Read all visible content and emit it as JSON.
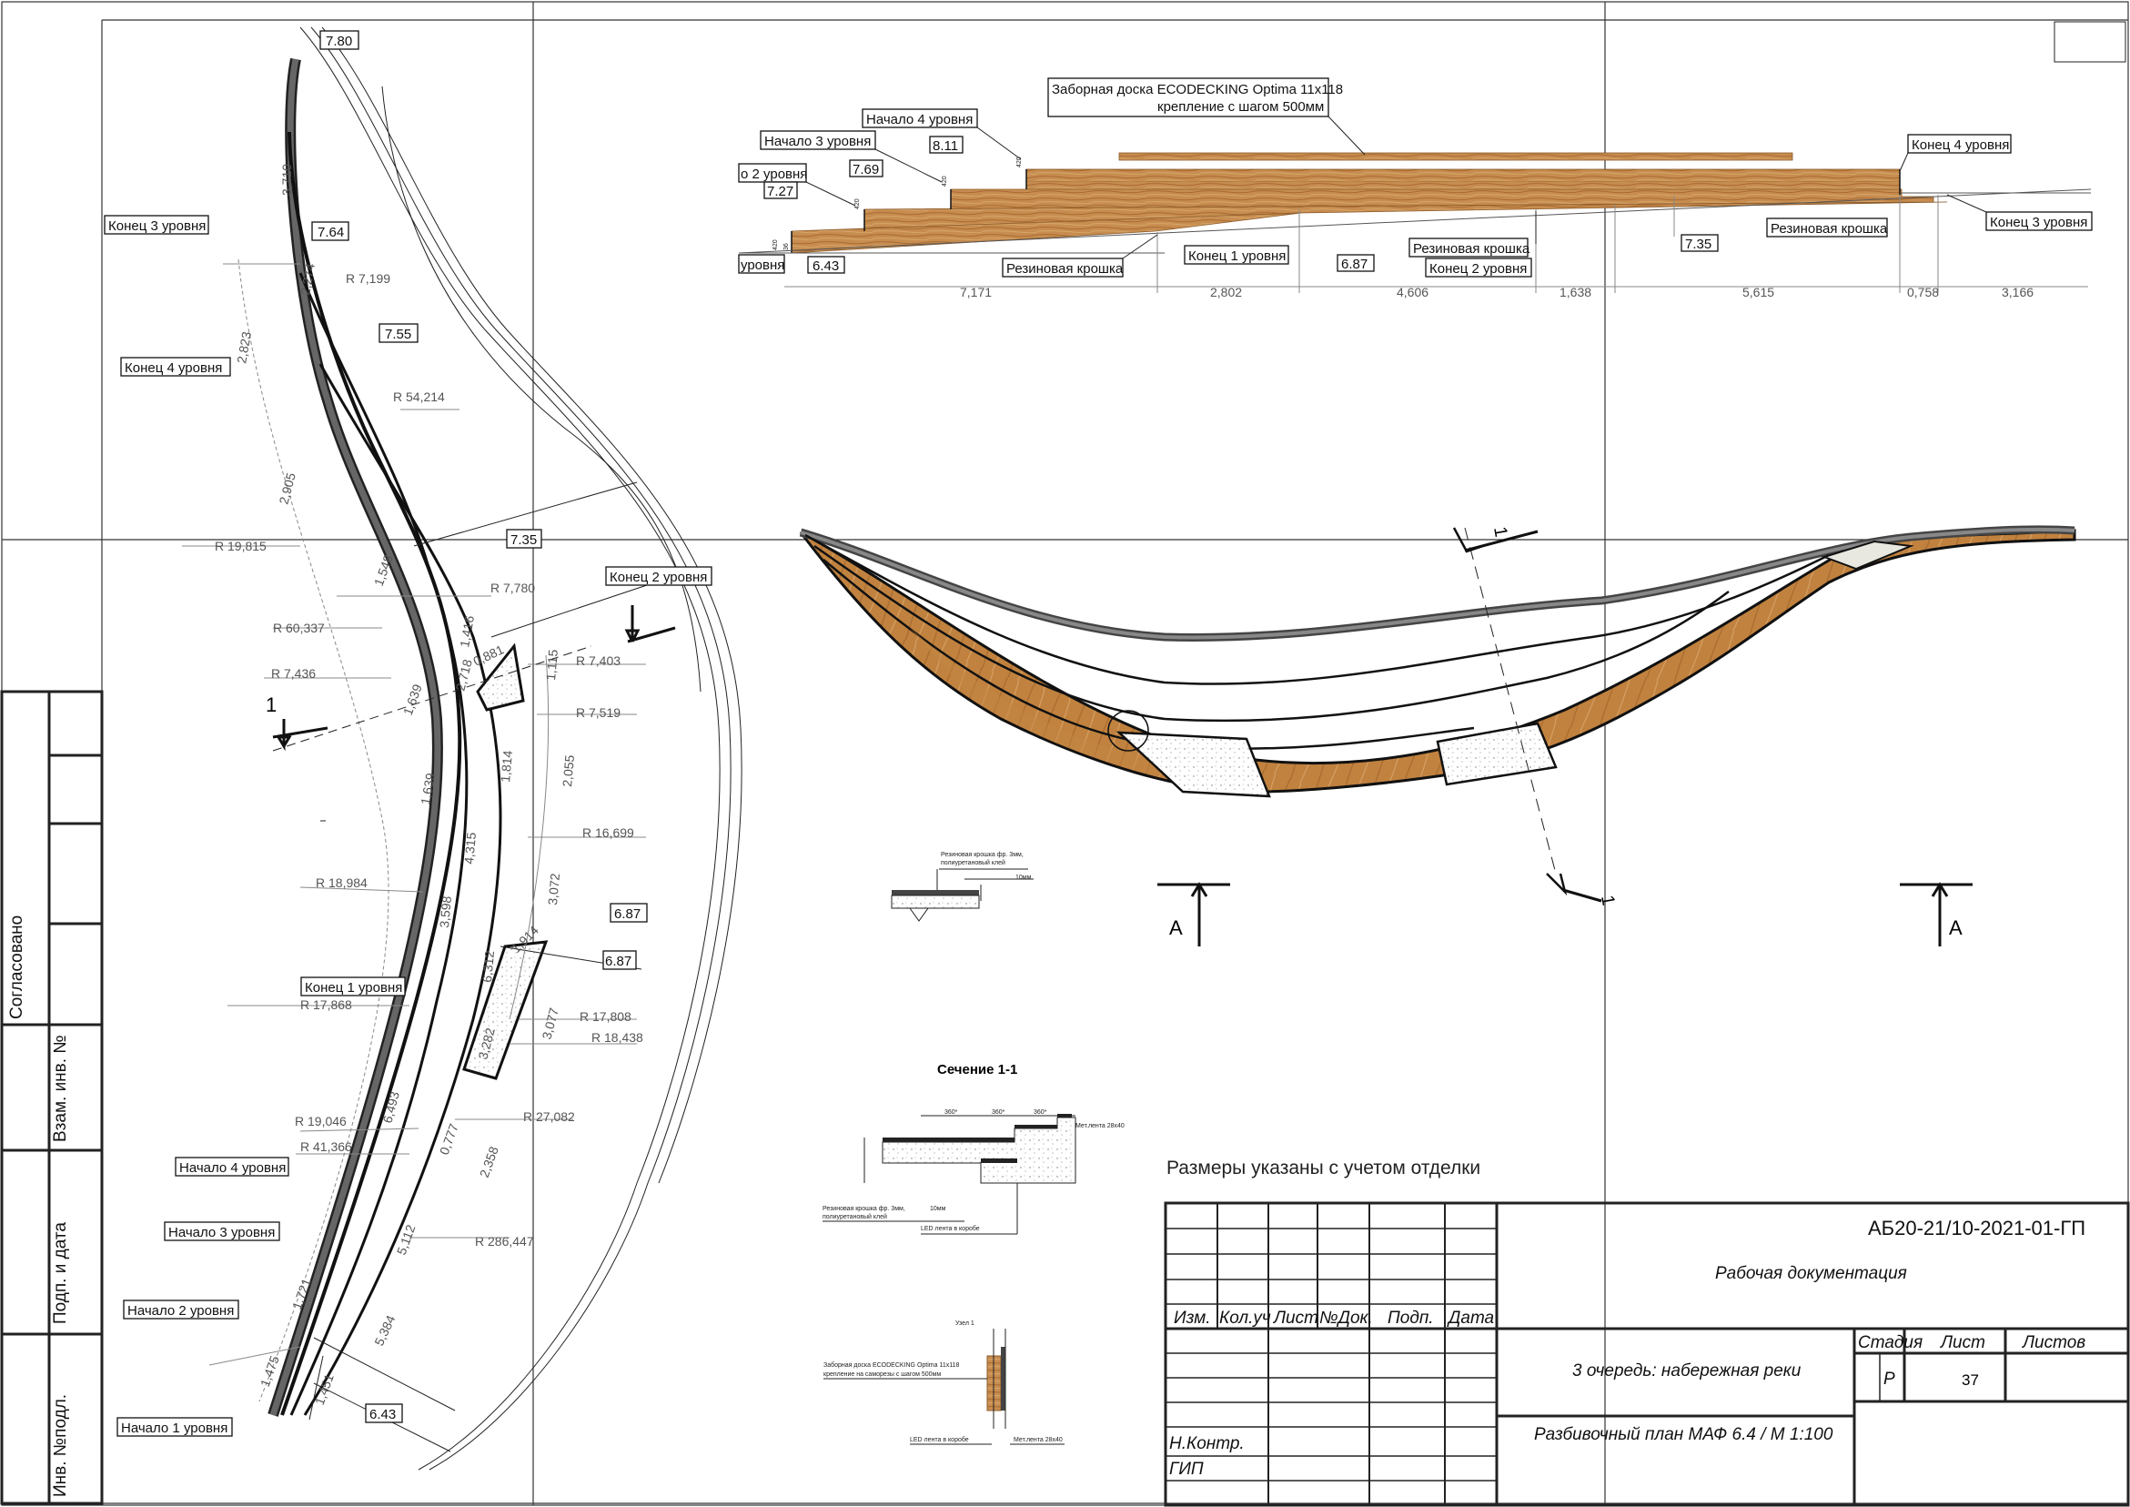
{
  "plan": {
    "top_mark": "7.80",
    "marks": [
      "7.64",
      "7.55",
      "7.35",
      "6.87",
      "6.87",
      "6.43"
    ],
    "labels": {
      "end3": "Конец 3 уровня",
      "end4": "Конец 4 уровня",
      "end2": "Конец 2 уровня",
      "end1": "Конец 1 уровня",
      "start4": "Начало 4 уровня",
      "start3": "Начало 3 уровня",
      "start2": "Начало 2 уровня",
      "start1": "Начало 1 уровня"
    },
    "radii": [
      "R 7,199",
      "R 54,214",
      "R 19,815",
      "R 7,780",
      "R 60,337",
      "R 7,403",
      "R 7,436",
      "R 7,519",
      "R 16,699",
      "R 18,984",
      "R 17,868",
      "R 17,808",
      "R 18,438",
      "R 27,082",
      "R 19,046",
      "R 41,366",
      "R 286,447"
    ],
    "lengths": [
      "3,710",
      "2,274",
      "2,823",
      "2,905",
      "1,548",
      "1,416",
      "2,718",
      "0,881",
      "1,115",
      "1,639",
      "1,814",
      "2,055",
      "1,639",
      "4,315",
      "3,072",
      "3,598",
      "6,312",
      "1,914",
      "3,282",
      "3,077",
      "6,493",
      "0,777",
      "2,358",
      "5,112",
      "1,721",
      "5,384",
      "1,475",
      "1,451"
    ],
    "section_mark": "1"
  },
  "elevation": {
    "board_note_1": "Заборная доска ECODECKING Optima 11x118",
    "board_note_2": "крепление с шагом 500мм",
    "start4": "Начало 4 уровня",
    "start3": "Начало 3 уровня",
    "start2": "о 2 уровня",
    "end4": "Конец 4 уровня",
    "end3": "Конец 3 уровня",
    "end1": "Конец 1 уровня",
    "end2": "Конец 2 уровня",
    "start1": "уровня",
    "rubber1": "Резиновая крошка",
    "rubber2": "Резиновая крошка",
    "rubber3": "Резиновая крошка",
    "marks": [
      "8.11",
      "7.69",
      "7.27",
      "6.43",
      "6.87",
      "7.35"
    ],
    "heights": [
      "420",
      "420",
      "420",
      "420",
      "36"
    ],
    "dims": [
      "7,171",
      "2,802",
      "4,606",
      "1,638",
      "5,615",
      "0,758",
      "3,166"
    ]
  },
  "view_a": {
    "label": "A",
    "section": "1"
  },
  "details": {
    "rubber_detail_1": "Резиновая крошка фр. 3мм,",
    "rubber_detail_2": "полиуретановый клей",
    "rubber_detail_thk": "10мм",
    "section_title": "Сечение 1-1",
    "sec_dims": [
      "360*",
      "360*",
      "360*"
    ],
    "sec_notes": [
      "Мет.лента 28х40",
      "Резиновая крошка фр. 3мм,",
      "полиуретановый клей",
      "10мм",
      "LED лента в коробе"
    ],
    "node_title": "Узел 1",
    "node_notes": [
      "Заборная доска ECODECKING Optima 11x118",
      "крепление на саморезы с шагом 500мм",
      "LED лента в коробе",
      "Мет.лента 28х40"
    ],
    "note": "Размеры указаны с учетом отделки"
  },
  "title_block": {
    "code": "АБ20-21/10-2021-01-ГП",
    "doc_type": "Рабочая документация",
    "cols": [
      "Изм.",
      "Кол.уч",
      "Лист",
      "№Док.",
      "Подп.",
      "Дата"
    ],
    "stage_h": "Стадия",
    "sheet_h": "Лист",
    "sheets_h": "Листов",
    "stage": "Р",
    "sheet": "37",
    "object": "3 очередь: набережная реки",
    "drawing": "Разбивочный план МАФ 6.4 / М 1:100",
    "n_control": "Н.Контр.",
    "gip": "ГИП"
  },
  "side_stamp": [
    "Согласовано",
    "Взам. инв. №",
    "Подп. и дата",
    "Инв. №подл."
  ]
}
